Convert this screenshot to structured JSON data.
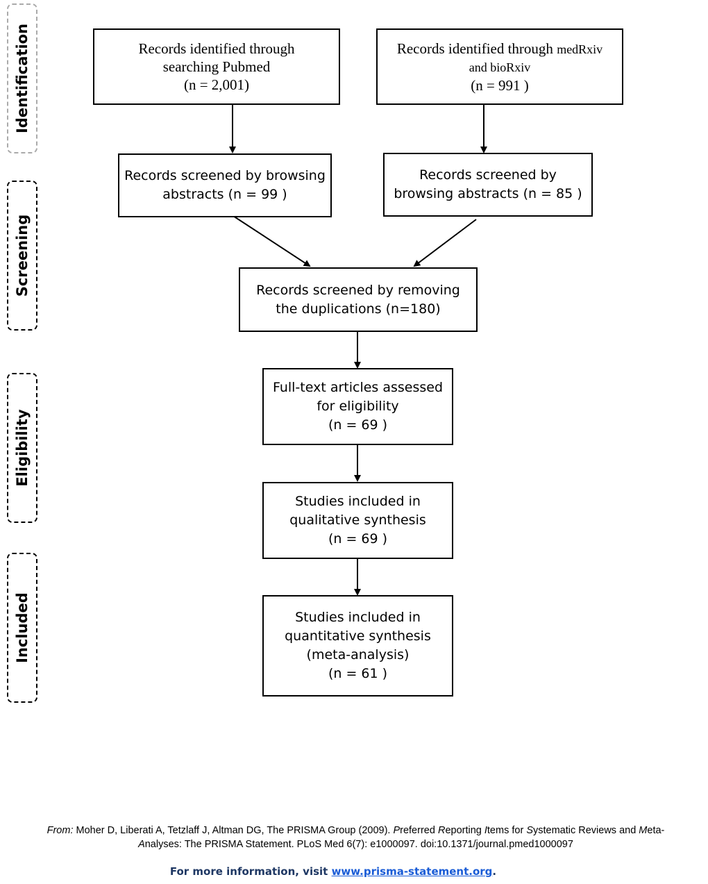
{
  "stages": {
    "identification": "Identification",
    "screening": "Screening",
    "eligibility": "Eligibility",
    "included": "Included"
  },
  "boxes": {
    "pubmed": {
      "line1": "Records identified through",
      "line2": "searching Pubmed",
      "line3": "(n =  2,001)"
    },
    "preprint": {
      "line1a": "Records identified through ",
      "line1b": "medRxiv",
      "line2": "and bioRxiv",
      "line3": "(n =  991 )"
    },
    "screen_pubmed": {
      "line1": "Records screened by browsing",
      "line2": "abstracts (n =  99 )"
    },
    "screen_preprint": {
      "line1": "Records screened by",
      "line2": "browsing abstracts (n =  85 )"
    },
    "dedup": {
      "line1": "Records screened by removing",
      "line2": "the duplications (n=180)"
    },
    "fulltext": {
      "line1": "Full-text articles assessed",
      "line2": "for eligibility",
      "line3": "(n =  69 )"
    },
    "qualitative": {
      "line1": "Studies included in",
      "line2": "qualitative synthesis",
      "line3": "(n = 69  )"
    },
    "quantitative": {
      "line1": "Studies included in",
      "line2": "quantitative synthesis",
      "line3": "(meta-analysis)",
      "line4": "(n = 61  )"
    }
  },
  "footer": {
    "from_label": "From:",
    "citation_1": "Moher D, Liberati A, Tetzlaff J, Altman DG, The PRISMA Group (2009). ",
    "title_P": "P",
    "title_1": "referred ",
    "title_R": "R",
    "title_2": "eporting ",
    "title_I": "I",
    "title_3": "tems for ",
    "title_S": "S",
    "title_4": "ystematic Reviews and ",
    "title_M": "M",
    "title_5": "eta-",
    "title_A": "A",
    "citation_2": "nalyses: The PRISMA Statement. PLoS Med 6(7): e1000097. doi:10.1371/journal.pmed1000097",
    "more_info": "For more information, visit ",
    "url": "www.prisma-statement.org",
    "period": "."
  }
}
